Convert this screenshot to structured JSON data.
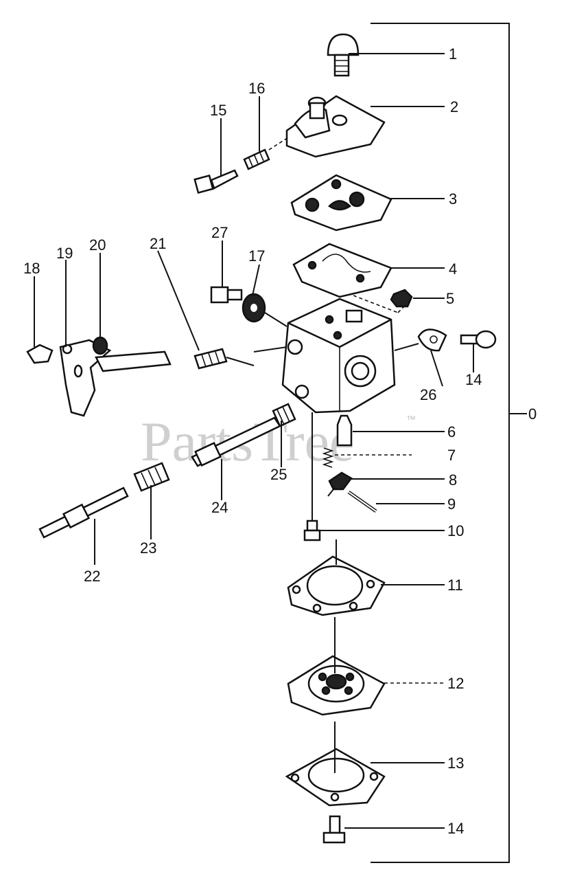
{
  "watermark": {
    "text": "PartsTree",
    "trademark": "™"
  },
  "assembly_label": "0",
  "labels": [
    "1",
    "2",
    "3",
    "4",
    "5",
    "6",
    "7",
    "8",
    "9",
    "10",
    "11",
    "12",
    "13",
    "14",
    "14",
    "15",
    "16",
    "17",
    "18",
    "19",
    "20",
    "21",
    "22",
    "23",
    "24",
    "25",
    "26",
    "27"
  ]
}
